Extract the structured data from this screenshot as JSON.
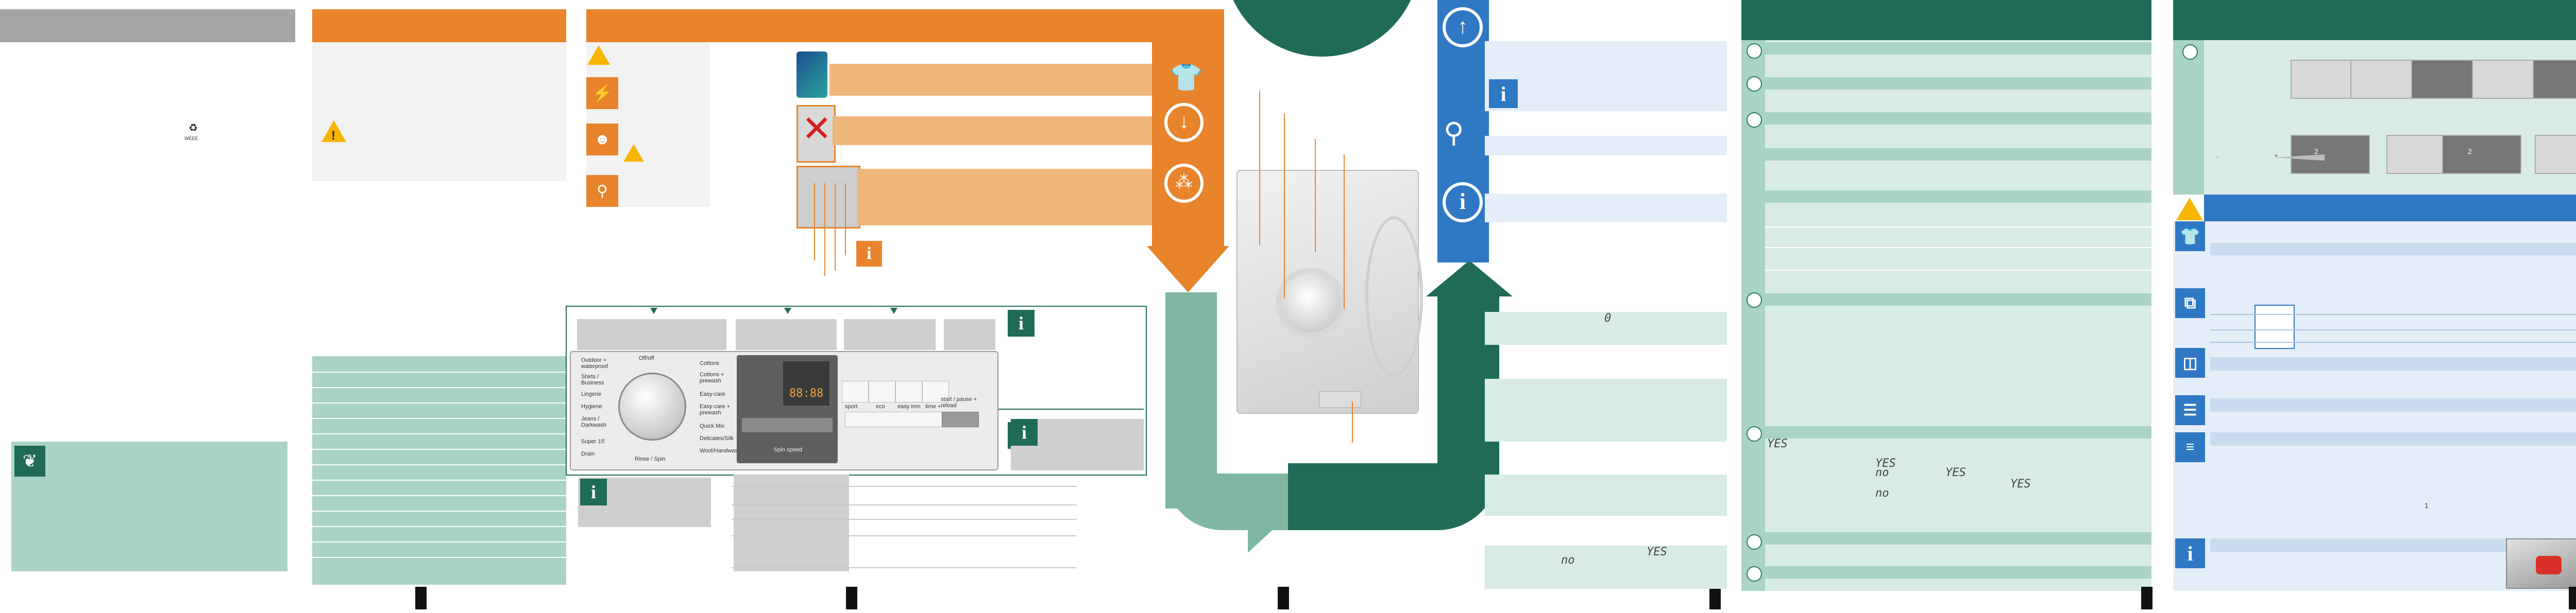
{
  "program_dial": {
    "left_labels": [
      "Outdoor + waterproof",
      "Shirts / Business",
      "Lingerie",
      "Hygiene",
      "Jeans / Darkwash",
      "Super 15'",
      "Drain"
    ],
    "top_label": "Off/off",
    "right_labels": [
      "Cottons",
      "Cottons + prewash",
      "Easy-care",
      "Easy-care + prewash",
      "Quick Mix",
      "Delicates/Silk",
      "Wool/Handwash"
    ],
    "bottom_label": "Rinse / Spin"
  },
  "control_panel": {
    "display_caption": "Spin speed",
    "option_labels": [
      "sport",
      "eco",
      "easy iron",
      "time +"
    ],
    "start_button": "start / pause + reload"
  },
  "display_readouts": {
    "page5_single": "0",
    "page5_no": "no",
    "page5_yes": "YES",
    "page6_a": "YES",
    "page6_b": "YES",
    "page6_c": "YES",
    "page6_d": "YES",
    "page6_no1": "no",
    "page6_no2": "no"
  },
  "small_text": {
    "weee_caption": "WEEE",
    "slider_minus": "-",
    "slider_plus": "+",
    "step_two_a": "2",
    "step_two_b": "2",
    "step_one": "1"
  },
  "colors": {
    "orange": "#e8842c",
    "light_orange": "#f0b77d",
    "teal": "#1f6b58",
    "mint": "#a9d3c6",
    "blue": "#2f78c4",
    "grey": "#a5a5a5"
  },
  "icons": [
    "warning-icon",
    "info-icon",
    "tap-icon",
    "shirt-icon",
    "detergent-icon",
    "recycle-icon",
    "wash-tub-icon"
  ]
}
